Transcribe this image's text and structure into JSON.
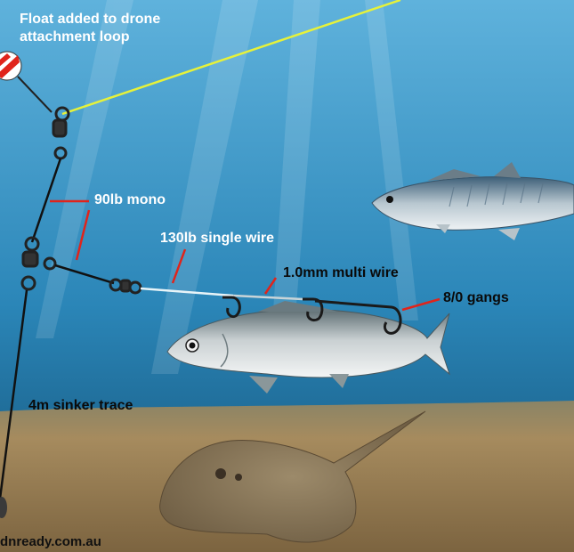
{
  "labels": {
    "float_note": "Float added to drone attachment loop",
    "mono": "90lb mono",
    "single_wire": "130lb single wire",
    "multi_wire": "1.0mm multi wire",
    "gangs": "8/0 gangs",
    "sinker_trace": "4m sinker trace"
  },
  "watermark": "dnready.com.au",
  "colors": {
    "water_top": "#62b4dd",
    "water_bottom": "#0f4f78",
    "sand": "#a98c5e",
    "pointer": "#e0241b",
    "drone_line": "#e6f23a"
  }
}
